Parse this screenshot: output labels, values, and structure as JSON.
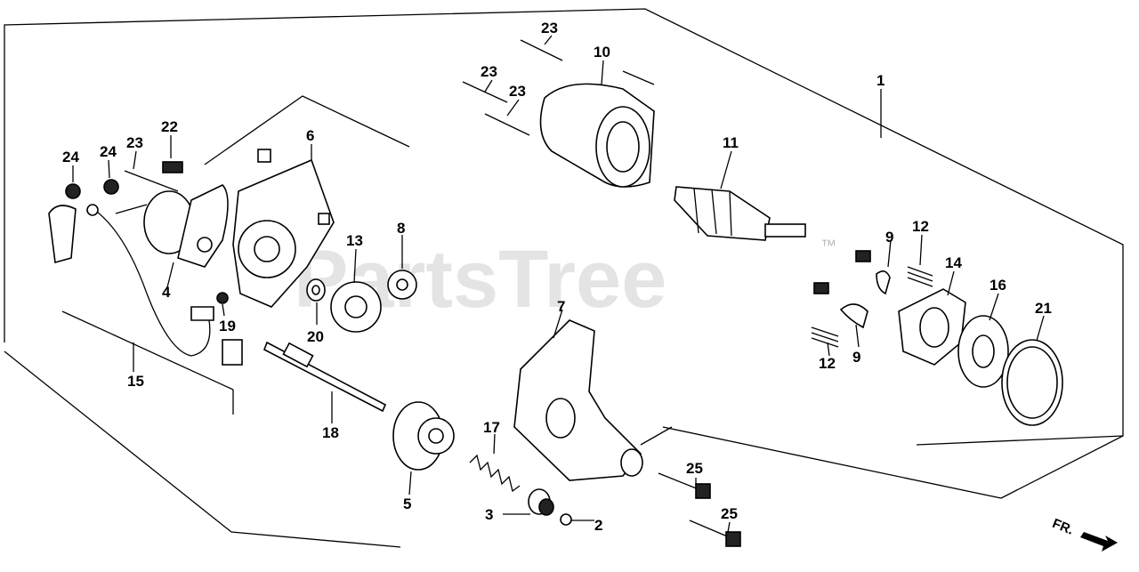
{
  "watermark": {
    "text": "PartsTree",
    "trademark": "™"
  },
  "direction_label": "FR.",
  "callouts": [
    {
      "id": "c1",
      "label": "1"
    },
    {
      "id": "c2",
      "label": "2"
    },
    {
      "id": "c3",
      "label": "3"
    },
    {
      "id": "c4",
      "label": "4"
    },
    {
      "id": "c5",
      "label": "5"
    },
    {
      "id": "c6",
      "label": "6"
    },
    {
      "id": "c7",
      "label": "7"
    },
    {
      "id": "c8",
      "label": "8"
    },
    {
      "id": "c9a",
      "label": "9"
    },
    {
      "id": "c9b",
      "label": "9"
    },
    {
      "id": "c10",
      "label": "10"
    },
    {
      "id": "c11",
      "label": "11"
    },
    {
      "id": "c12a",
      "label": "12"
    },
    {
      "id": "c12b",
      "label": "12"
    },
    {
      "id": "c13",
      "label": "13"
    },
    {
      "id": "c14",
      "label": "14"
    },
    {
      "id": "c15",
      "label": "15"
    },
    {
      "id": "c16",
      "label": "16"
    },
    {
      "id": "c17",
      "label": "17"
    },
    {
      "id": "c18",
      "label": "18"
    },
    {
      "id": "c19",
      "label": "19"
    },
    {
      "id": "c20",
      "label": "20"
    },
    {
      "id": "c21",
      "label": "21"
    },
    {
      "id": "c22",
      "label": "22"
    },
    {
      "id": "c23a",
      "label": "23"
    },
    {
      "id": "c23b",
      "label": "23"
    },
    {
      "id": "c23c",
      "label": "23"
    },
    {
      "id": "c23d",
      "label": "23"
    },
    {
      "id": "c24a",
      "label": "24"
    },
    {
      "id": "c24b",
      "label": "24"
    },
    {
      "id": "c25a",
      "label": "25"
    },
    {
      "id": "c25b",
      "label": "25"
    }
  ]
}
